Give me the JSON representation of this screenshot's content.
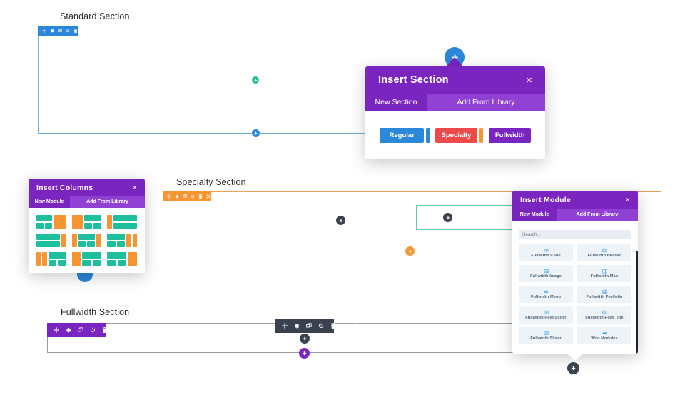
{
  "canvas": {
    "background": "#ffffff",
    "labels": {
      "standard_section": "Standard Section",
      "specialty_section": "Specialty Section",
      "fullwidth_section": "Fullwidth Section"
    }
  },
  "colors": {
    "blue": "#2b87da",
    "blue_border": "#6fb0e0",
    "orange": "#f79533",
    "orange_border": "#f0a050",
    "teal": "#1dbf9e",
    "purple": "#7b25c1",
    "purple_light": "#9041d4",
    "dark": "#3a4250",
    "red": "#ef4a4a",
    "module_icon": "#3ba3e0",
    "module_card_bg": "#eef3f8",
    "gray_border": "#9a9a9a"
  },
  "toolbar_icons": [
    "move-icon",
    "gear-icon",
    "duplicate-icon",
    "power-icon",
    "trash-icon",
    "close-icon",
    "more-options-icon"
  ],
  "insert_section": {
    "title": "Insert Section",
    "close": "×",
    "tabs": [
      {
        "label": "New Section",
        "active": true
      },
      {
        "label": "Add From Library",
        "active": false
      }
    ],
    "buttons": [
      {
        "label": "Regular",
        "color": "#2b87da",
        "accent": "#2b87da"
      },
      {
        "label": "Specialty",
        "color": "#ef4a4a",
        "accent": "#f79533"
      },
      {
        "label": "Fullwidth",
        "color": "#7b25c1",
        "accent": null
      }
    ]
  },
  "insert_columns": {
    "title": "Insert Columns",
    "close": "×",
    "tabs": [
      {
        "label": "New Module",
        "active": true
      },
      {
        "label": "Add From Library",
        "active": false
      }
    ],
    "layouts": [
      {
        "name": "two-thirds-split-left",
        "cols": [
          {
            "w": 26,
            "rows": [
              1,
              2
            ]
          },
          {
            "w": 20,
            "rows": [
              1
            ],
            "color": "orange"
          }
        ]
      },
      {
        "name": "one-third-two-thirds",
        "cols": [
          {
            "w": 18,
            "rows": [
              1
            ],
            "color": "orange"
          },
          {
            "w": 28,
            "rows": [
              1,
              2
            ]
          }
        ]
      },
      {
        "name": "narrow-left-stacked",
        "cols": [
          {
            "w": 7,
            "rows": [
              1
            ],
            "color": "orange"
          },
          {
            "w": 38,
            "rows": [
              1,
              1
            ]
          }
        ]
      },
      {
        "name": "stacked-with-side",
        "cols": [
          {
            "w": 38,
            "rows": [
              1,
              1
            ]
          },
          {
            "w": 7,
            "rows": [
              1
            ],
            "color": "orange"
          }
        ]
      },
      {
        "name": "side-split-side",
        "cols": [
          {
            "w": 8,
            "rows": [
              1
            ],
            "color": "orange"
          },
          {
            "w": 28,
            "rows": [
              1,
              2
            ]
          },
          {
            "w": 8,
            "rows": [
              1
            ],
            "color": "orange"
          }
        ]
      },
      {
        "name": "split-two-sides",
        "cols": [
          {
            "w": 28,
            "rows": [
              1,
              2
            ]
          },
          {
            "w": 7,
            "rows": [
              1
            ],
            "color": "orange"
          },
          {
            "w": 7,
            "rows": [
              1
            ],
            "color": "orange"
          }
        ]
      },
      {
        "name": "two-sides-split",
        "cols": [
          {
            "w": 7,
            "rows": [
              1
            ],
            "color": "orange"
          },
          {
            "w": 7,
            "rows": [
              1
            ],
            "color": "orange"
          },
          {
            "w": 28,
            "rows": [
              1,
              2
            ]
          }
        ]
      },
      {
        "name": "wide-left-split-right",
        "cols": [
          {
            "w": 14,
            "rows": [
              1
            ],
            "color": "orange"
          },
          {
            "w": 30,
            "rows": [
              1,
              2
            ]
          }
        ]
      },
      {
        "name": "split-left-wide-right",
        "cols": [
          {
            "w": 30,
            "rows": [
              1,
              2
            ]
          },
          {
            "w": 14,
            "rows": [
              1
            ],
            "color": "orange"
          }
        ]
      }
    ]
  },
  "insert_module": {
    "title": "Insert Module",
    "close": "×",
    "tabs": [
      {
        "label": "New Module",
        "active": true
      },
      {
        "label": "Add From Library",
        "active": false
      }
    ],
    "search_placeholder": "Search...",
    "search_value": "",
    "modules": [
      {
        "label": "Fullwidth Code",
        "icon": "code-icon"
      },
      {
        "label": "Fullwidth Header",
        "icon": "header-icon"
      },
      {
        "label": "Fullwidth Image",
        "icon": "image-icon"
      },
      {
        "label": "Fullwidth Map",
        "icon": "map-icon"
      },
      {
        "label": "Fullwidth Menu",
        "icon": "menu-icon"
      },
      {
        "label": "Fullwidth Portfolio",
        "icon": "grid-icon"
      },
      {
        "label": "Fullwidth Post Slider",
        "icon": "post-slider-icon"
      },
      {
        "label": "Fullwidth Post Title",
        "icon": "post-title-icon"
      },
      {
        "label": "Fullwidth Slider",
        "icon": "slider-icon"
      },
      {
        "label": "Woo Modules",
        "icon": "woo-icon"
      }
    ]
  }
}
